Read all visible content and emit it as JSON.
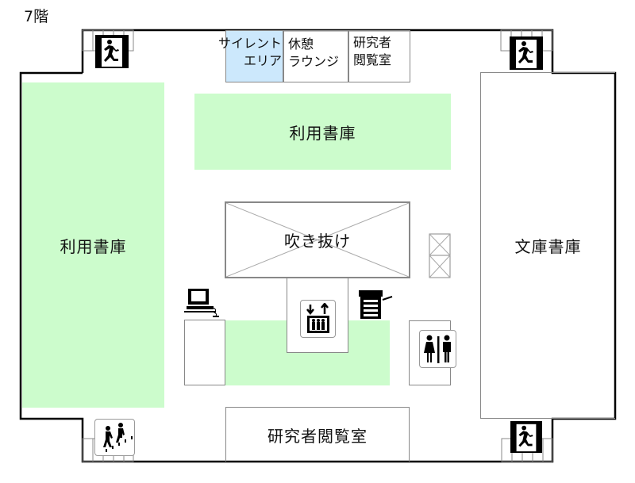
{
  "floor": {
    "label": "7階"
  },
  "rooms": {
    "silent_area": {
      "line1": "サイレント",
      "line2": "エリア",
      "color": "#cce8fc"
    },
    "lounge": {
      "line1": "休憩",
      "line2": "ラウンジ"
    },
    "researcher_room_top": {
      "line1": "研究者",
      "line2": "閲覧室"
    },
    "stacks_top": {
      "label": "利用書庫",
      "color": "#ccfccc"
    },
    "stacks_left": {
      "label": "利用書庫",
      "color": "#ccfccc"
    },
    "bunko_stacks": {
      "label": "文庫書庫"
    },
    "atrium": {
      "label": "吹き抜け"
    },
    "researcher_room_bottom": {
      "label": "研究者閲覧室"
    }
  },
  "icons": {
    "emergency_exit": "emergency-exit-icon",
    "elevator": "elevator-icon",
    "restroom": "restroom-icon",
    "stairs": "stairs-icon",
    "computer": "computer-terminal-icon",
    "copier": "copier-icon"
  }
}
